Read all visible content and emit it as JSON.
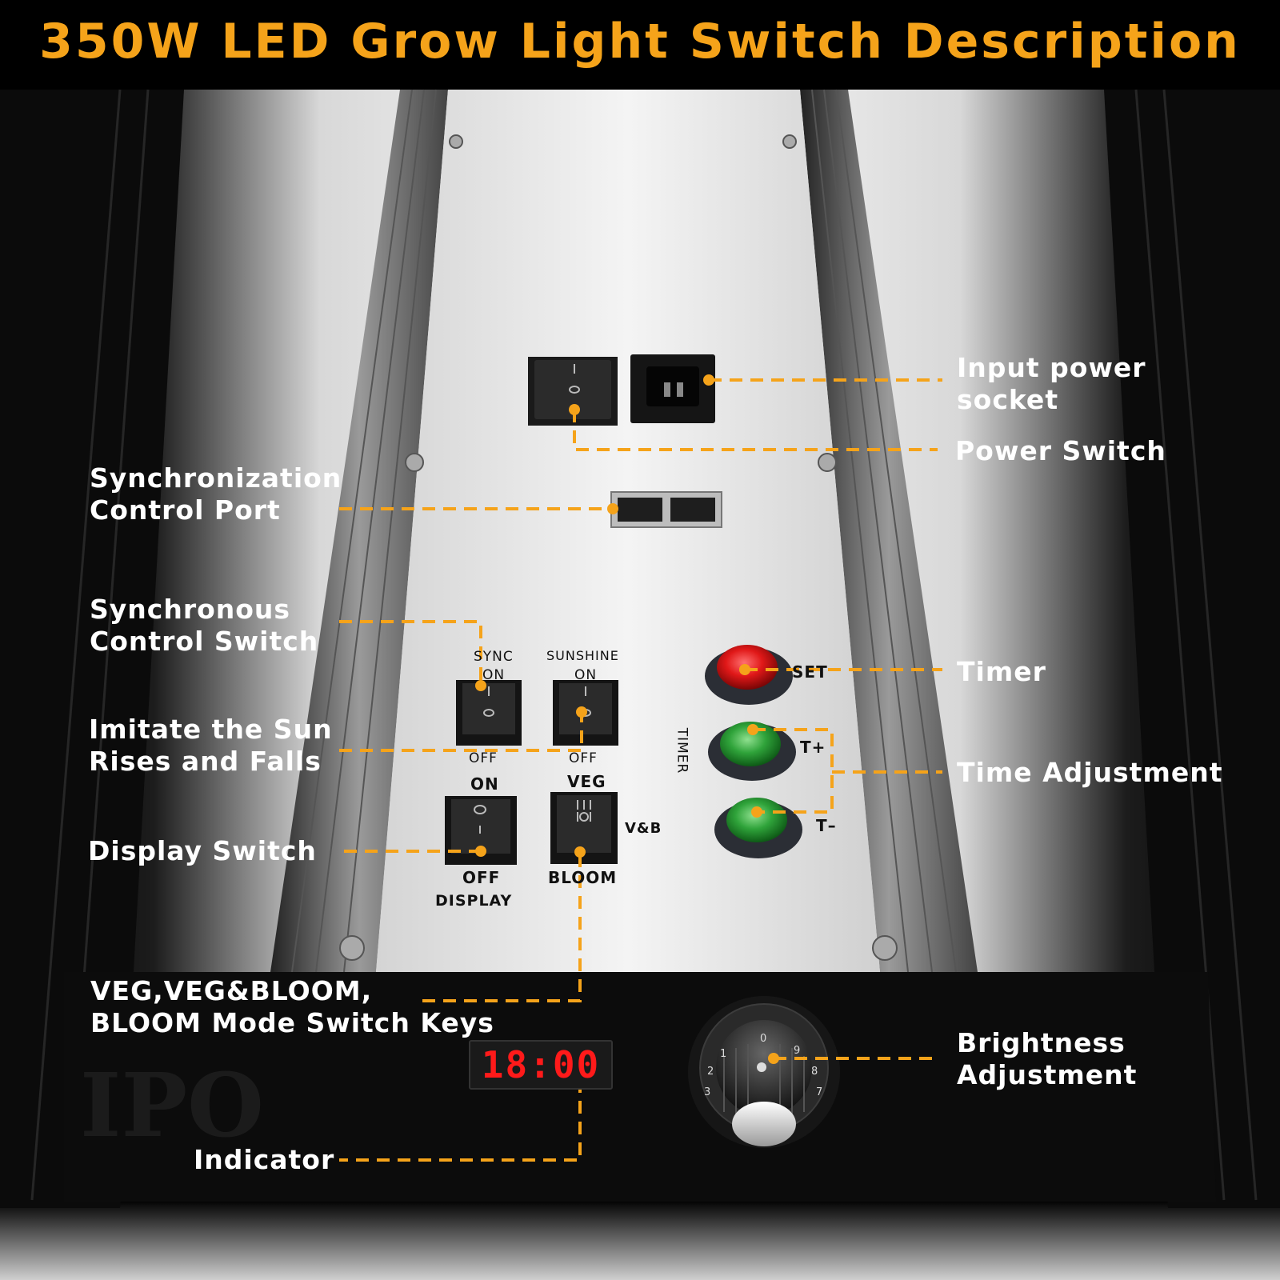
{
  "title": "350W LED Grow Light Switch Description",
  "colors": {
    "accent": "#F5A31A",
    "panel": "#EDEDED",
    "timer_set": "#E01818",
    "timer_adjust": "#2FA33A",
    "display_digits": "#FF1A1A"
  },
  "callouts": {
    "input_power_socket": [
      "Input power",
      "socket"
    ],
    "power_switch": [
      "Power Switch"
    ],
    "sync_control_port": [
      "Synchronization",
      "Control Port"
    ],
    "sync_control_switch": [
      "Synchronous",
      "Control Switch"
    ],
    "imitate_sun": [
      "Imitate the Sun",
      "Rises and Falls"
    ],
    "display_switch": [
      "Display Switch"
    ],
    "timer": [
      "Timer"
    ],
    "time_adjustment": [
      "Time Adjustment"
    ],
    "mode_switch_keys": [
      "VEG,VEG&BLOOM,",
      "BLOOM Mode Switch Keys"
    ],
    "brightness_adjustment": [
      "Brightness",
      "Adjustment"
    ],
    "indicator": [
      "Indicator"
    ]
  },
  "panel_labels": {
    "sync": "SYNC",
    "sync_on": "ON",
    "sunshine": "SUNSHINE",
    "sunshine_on": "ON",
    "sync_off": "OFF",
    "sunshine_off": "OFF",
    "display_on": "ON",
    "display_off": "OFF",
    "display": "DISPLAY",
    "veg": "VEG",
    "vb": "V&B",
    "bloom": "BLOOM",
    "set": "SET",
    "timer": "TIMER",
    "t_plus": "T+",
    "t_minus": "T–",
    "switch_on_mark": "I",
    "switch_off_mark": "O"
  },
  "display_readout": "18:00",
  "dial_numbers": [
    "0",
    "1",
    "2",
    "3",
    "7",
    "8",
    "9"
  ],
  "icons": [
    "rocker-switch-icon",
    "power-socket-icon",
    "rj45-port-icon",
    "push-button-icon",
    "knob-icon",
    "screw-icon"
  ]
}
